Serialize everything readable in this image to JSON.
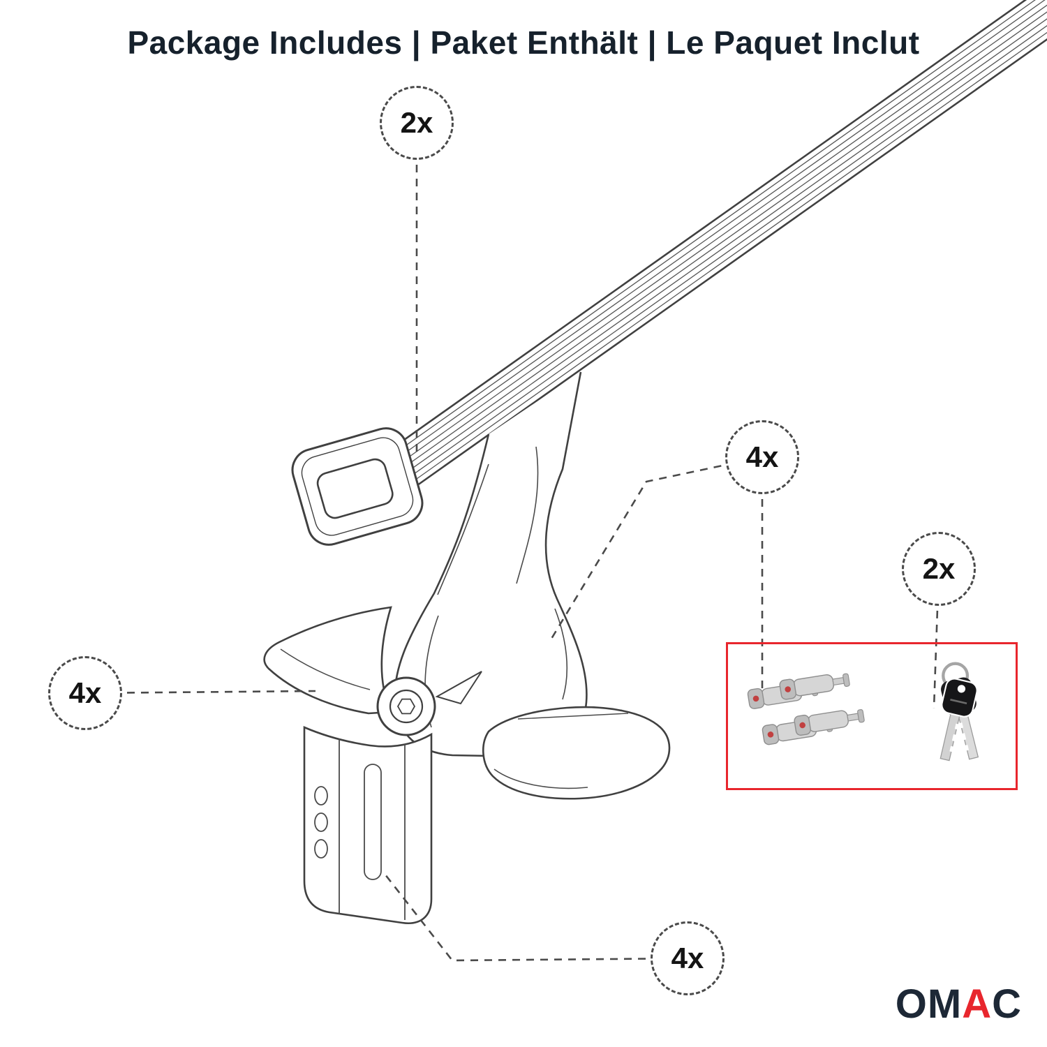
{
  "title": "Package Includes | Paket Enthält | Le Paquet Inclut",
  "callouts": [
    {
      "id": "crossbar",
      "label": "2x"
    },
    {
      "id": "lock-bolts",
      "label": "4x"
    },
    {
      "id": "keys",
      "label": "2x"
    },
    {
      "id": "mount-foot",
      "label": "4x"
    },
    {
      "id": "clamp",
      "label": "4x"
    }
  ],
  "hardware": {
    "lock_bolts_image": "lock-cylinders",
    "keys_image": "keys-on-ring"
  },
  "logo": {
    "prefix": "OM",
    "accent": "A",
    "suffix": "C"
  },
  "colors": {
    "accent_red": "#e8262d",
    "line_color": "#404040",
    "text_color": "#16212c"
  }
}
